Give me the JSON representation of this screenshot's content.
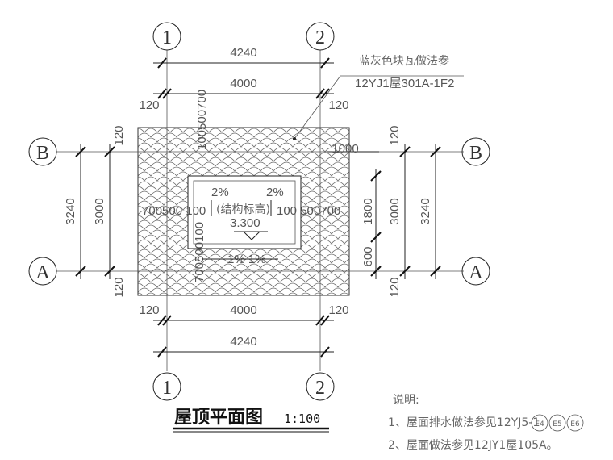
{
  "drawing": {
    "title": "屋顶平面图",
    "scale": "1:100",
    "axes": {
      "col_1": "1",
      "col_2": "2",
      "row_A": "A",
      "row_B": "B"
    },
    "dims": {
      "top_total": "4240",
      "top_inner": "4000",
      "top_left_120": "120",
      "top_right_120": "120",
      "bottom_total": "4240",
      "bottom_inner": "4000",
      "bottom_left_120": "120",
      "bottom_right_120": "120",
      "left_total": "3240",
      "left_inner": "3000",
      "left_top_120": "120",
      "left_bottom_120": "120",
      "right_total": "3240",
      "right_inner": "3000",
      "right_top_120": "120",
      "right_bottom_120": "120",
      "right_1800": "1800",
      "right_600": "600",
      "top_1000": "1000"
    },
    "leader": {
      "line1": "蓝灰色块瓦做法参",
      "line2": "12YJ1屋301A-1F2"
    },
    "inner": {
      "slope_left": "2%",
      "slope_right": "2%",
      "struct_label": "(结构标高)",
      "elevation": "3.300",
      "left_dims": "700500 100",
      "right_dims": "100 500700",
      "top_dims": "100500700",
      "left_vert_dims": "700500100",
      "bottom_slopes": "1% 1%"
    },
    "notes": {
      "heading": "说明:",
      "item1": "1、屋面排水做法参见12YJ5-1",
      "item1_refs": [
        "E4",
        "E5",
        "E6"
      ],
      "item2": "2、屋面做法参见12JY1屋105A。"
    }
  }
}
